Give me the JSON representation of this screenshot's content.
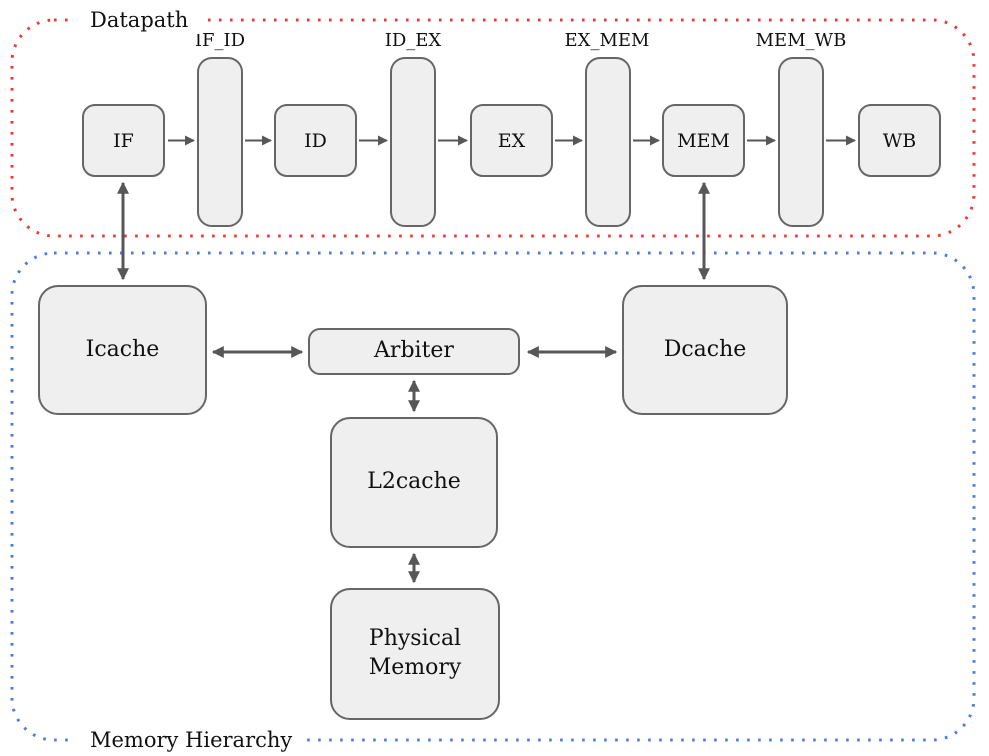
{
  "diagram": {
    "datapath": {
      "label": "Datapath",
      "border_color": "#ee3a33",
      "stages": [
        {
          "label": "IF"
        },
        {
          "label": "ID"
        },
        {
          "label": "EX"
        },
        {
          "label": "MEM"
        },
        {
          "label": "WB"
        }
      ],
      "registers": [
        {
          "label": "IF_ID"
        },
        {
          "label": "ID_EX"
        },
        {
          "label": "EX_MEM"
        },
        {
          "label": "MEM_WB"
        }
      ]
    },
    "memory_hierarchy": {
      "label": "Memory Hierarchy",
      "border_color": "#4d7ce0",
      "nodes": [
        {
          "label": "Icache"
        },
        {
          "label": "Arbiter"
        },
        {
          "label": "Dcache"
        },
        {
          "label": "L2cache"
        },
        {
          "label": "Physical Memory"
        }
      ]
    },
    "edges": [
      {
        "from": "IF",
        "to": "IF_ID",
        "type": "arrow"
      },
      {
        "from": "IF_ID",
        "to": "ID",
        "type": "arrow"
      },
      {
        "from": "ID",
        "to": "ID_EX",
        "type": "arrow"
      },
      {
        "from": "ID_EX",
        "to": "EX",
        "type": "arrow"
      },
      {
        "from": "EX",
        "to": "EX_MEM",
        "type": "arrow"
      },
      {
        "from": "EX_MEM",
        "to": "MEM",
        "type": "arrow"
      },
      {
        "from": "MEM",
        "to": "MEM_WB",
        "type": "arrow"
      },
      {
        "from": "MEM_WB",
        "to": "WB",
        "type": "arrow"
      },
      {
        "from": "IF",
        "to": "Icache",
        "type": "bidirectional"
      },
      {
        "from": "MEM",
        "to": "Dcache",
        "type": "bidirectional"
      },
      {
        "from": "Icache",
        "to": "Arbiter",
        "type": "bidirectional"
      },
      {
        "from": "Arbiter",
        "to": "Dcache",
        "type": "bidirectional"
      },
      {
        "from": "Arbiter",
        "to": "L2cache",
        "type": "bidirectional"
      },
      {
        "from": "L2cache",
        "to": "Physical Memory",
        "type": "bidirectional"
      }
    ],
    "colors": {
      "node_fill": "#efefef",
      "node_border": "#666666",
      "arrow": "#575757",
      "text": "#101010"
    }
  }
}
